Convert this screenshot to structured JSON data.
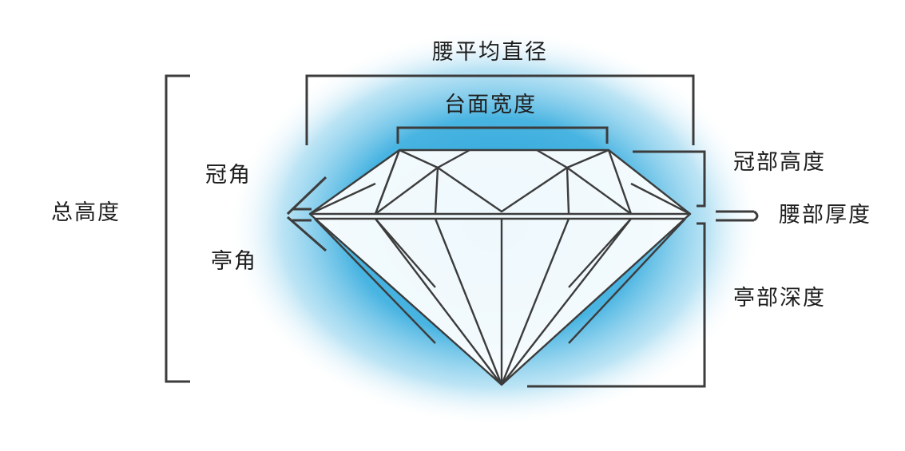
{
  "labels": {
    "girdle_diameter": "腰平均直径",
    "table_width": "台面宽度",
    "crown_angle": "冠角",
    "crown_height": "冠部高度",
    "total_height": "总高度",
    "girdle_thickness": "腰部厚度",
    "pavilion_angle": "亭角",
    "pavilion_depth": "亭部深度"
  },
  "colors": {
    "glow": "#2aa6d9",
    "line": "#3c3c3c",
    "text": "#1e1e1e"
  }
}
